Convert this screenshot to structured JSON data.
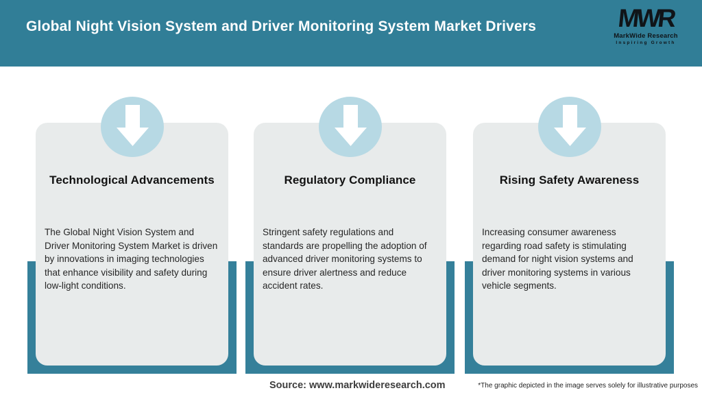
{
  "header": {
    "title": "Global Night Vision System and Driver Monitoring System Market Drivers",
    "logo": {
      "acronym": "MWR",
      "name": "MarkWide Research",
      "tagline": "Inspiring Growth"
    }
  },
  "cards": [
    {
      "icon": "down-arrow-icon",
      "title": "Technological Advancements",
      "body": "The Global Night Vision System and Driver Monitoring System Market is driven by innovations in imaging technologies that enhance visibility and safety during low-light conditions."
    },
    {
      "icon": "down-arrow-icon",
      "title": "Regulatory Compliance",
      "body": "Stringent safety regulations and standards are propelling the adoption of advanced driver monitoring systems to ensure driver alertness and reduce accident rates."
    },
    {
      "icon": "down-arrow-icon",
      "title": "Rising Safety Awareness",
      "body": "Increasing consumer awareness regarding road safety is stimulating demand for night vision systems and driver monitoring systems in various vehicle segments."
    }
  ],
  "footer": {
    "source": "Source: www.markwideresearch.com",
    "disclaimer": "*The graphic depicted in the image serves solely for illustrative purposes"
  },
  "colors": {
    "header_teal": "#317e97",
    "underlay_teal": "#35809a",
    "circle_blue": "#b7d9e4",
    "card_bg": "#e8ebeb",
    "title_text": "#ffffff",
    "body_text": "#262626"
  }
}
